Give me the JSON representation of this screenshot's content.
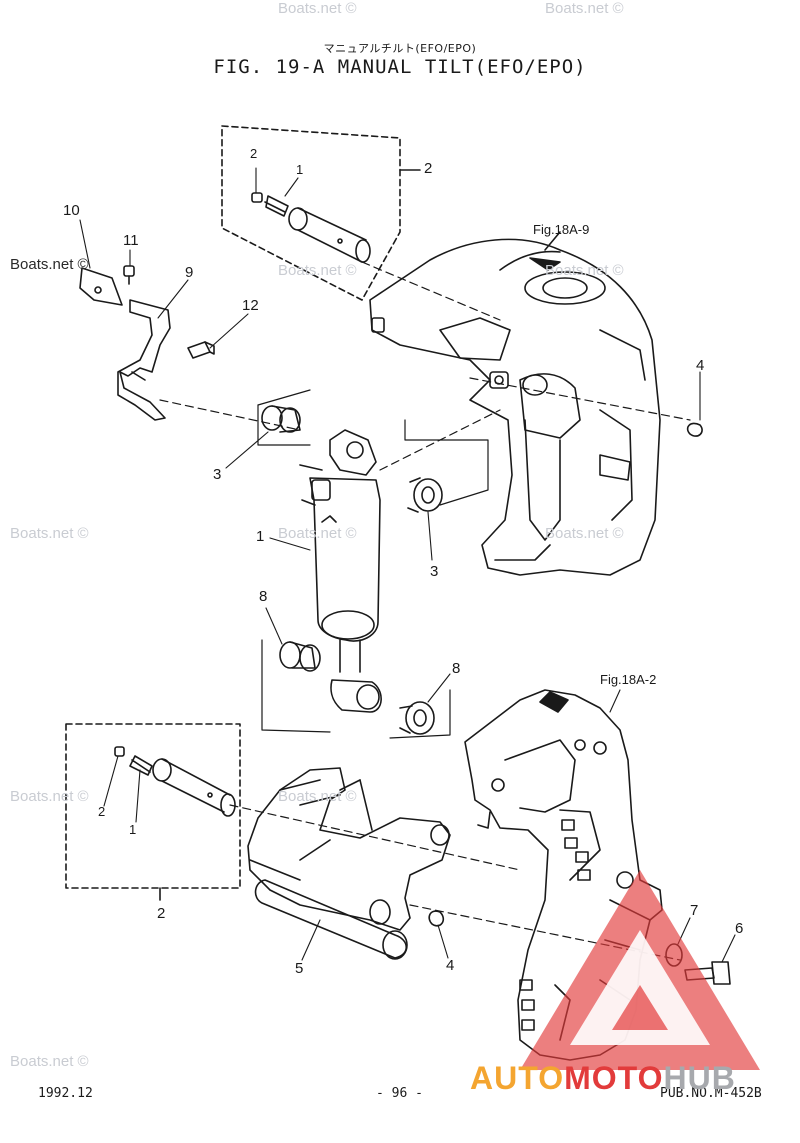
{
  "header": {
    "title_jp": "マニュアルチルト(EFO/EPO)",
    "title": "FIG. 19-A MANUAL TILT(EFO/EPO)"
  },
  "references": {
    "fig_18a_9": "Fig.18A-9",
    "fig_18a_2": "Fig.18A-2"
  },
  "callouts": {
    "c10": "10",
    "c11": "11",
    "c9": "9",
    "c12": "12",
    "c2_top": "2",
    "c2_top_small": "2",
    "c1_top_small": "1",
    "c4_upper": "4",
    "c3_left": "3",
    "c3_right": "3",
    "c1_cyl": "1",
    "c8_left": "8",
    "c8_right": "8",
    "c2_bottom_small": "2",
    "c1_bottom_small": "1",
    "c2_bottom": "2",
    "c5": "5",
    "c4_lower": "4",
    "c7": "7",
    "c6": "6"
  },
  "watermarks": {
    "w1": "Boats.net ©",
    "w2": "Boats.net ©",
    "w3": "Boats.net ©",
    "w4": "Boats.net ©",
    "w5": "Boats.net ©",
    "w6": "Boats.net ©",
    "w7": "Boats.net ©",
    "w8": "Boats.net ©",
    "w9": "Boats.net ©",
    "w10": "Boats.net ©",
    "w11": "Boats.net ©"
  },
  "footer": {
    "date": "1992.12",
    "page": "- 96 -",
    "pub_no": "PUB.NO.M-452B"
  },
  "brand": {
    "part1": "AUTO",
    "part2": "MOTO",
    "part3": "HUB",
    "colors": {
      "orange": "#f4a530",
      "red": "#e23b3b",
      "gray": "#a7a9ad"
    }
  }
}
